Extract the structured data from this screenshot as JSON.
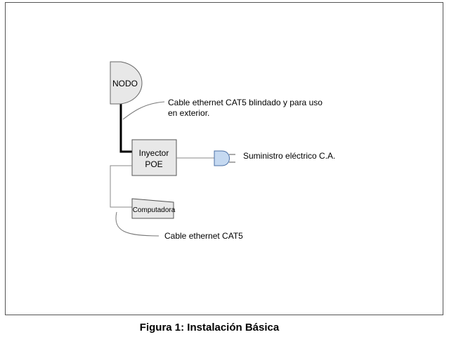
{
  "diagram": {
    "nodes": {
      "nodo": "NODO",
      "injector_line1": "Inyector",
      "injector_line2": "POE",
      "computer": "Computadora"
    },
    "labels": {
      "cable_cat5_shielded_line1": "Cable ethernet CAT5 blindado y para uso",
      "cable_cat5_shielded_line2": "en exterior.",
      "power_supply": "Suministro eléctrico C.A.",
      "cable_cat5": "Cable ethernet CAT5"
    },
    "colors": {
      "shape_fill": "#e8e8e8",
      "plug_fill": "#c5d9f1",
      "line": "#888888",
      "thick_cable": "#000000"
    }
  },
  "caption": "Figura 1: Instalación Básica"
}
